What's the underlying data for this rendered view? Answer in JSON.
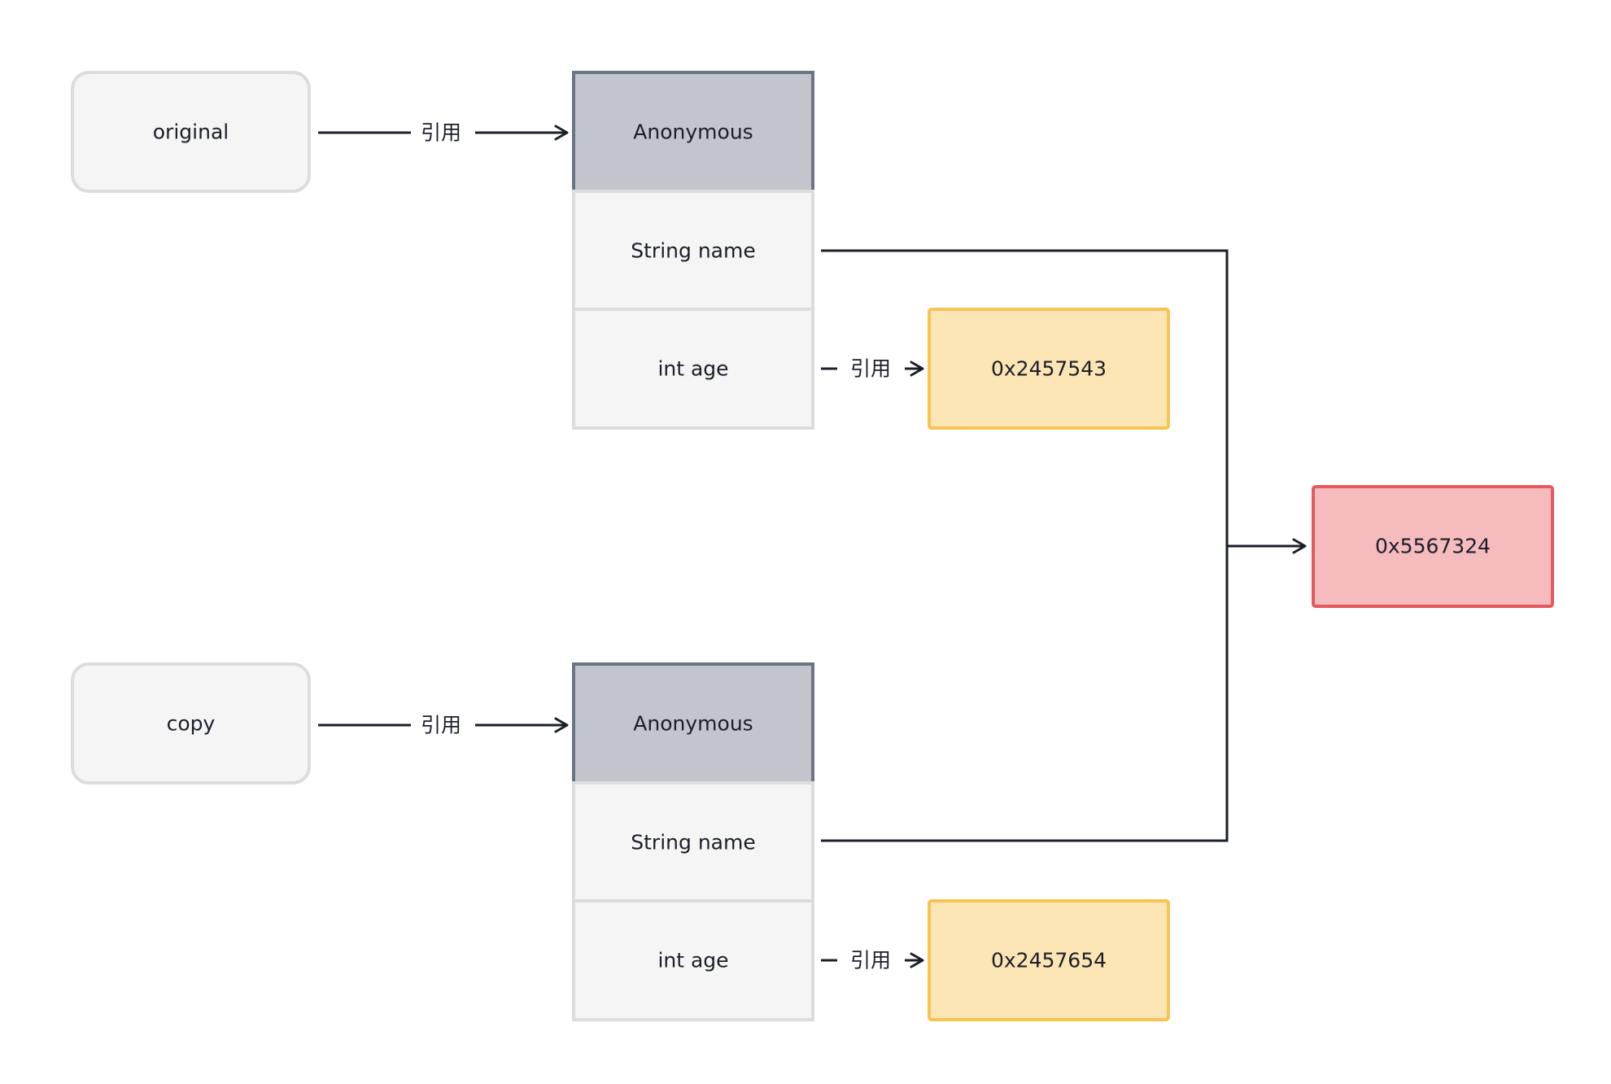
{
  "diagram": {
    "groups": [
      {
        "variable": "original",
        "ref_label": "引用",
        "object": {
          "header": "Anonymous",
          "fields": [
            {
              "label": "String name"
            },
            {
              "label": "int age",
              "ref_label": "引用",
              "target": "0x2457543"
            }
          ]
        }
      },
      {
        "variable": "copy",
        "ref_label": "引用",
        "object": {
          "header": "Anonymous",
          "fields": [
            {
              "label": "String name"
            },
            {
              "label": "int age",
              "ref_label": "引用",
              "target": "0x2457654"
            }
          ]
        }
      }
    ],
    "shared_string": "0x5567324"
  },
  "colors": {
    "variable_fill": "#f5f5f5",
    "variable_stroke": "#dcdcdf",
    "header_fill": "#c2c5cb",
    "header_stroke": "#6c7385",
    "field_fill": "#f5f5f5",
    "field_stroke": "#dcdcdf",
    "int_fill": "#fbe5b4",
    "int_stroke": "#f7c452",
    "string_fill": "#f6bbbd",
    "string_stroke": "#e45a5e",
    "line": "#1b1f2a"
  }
}
